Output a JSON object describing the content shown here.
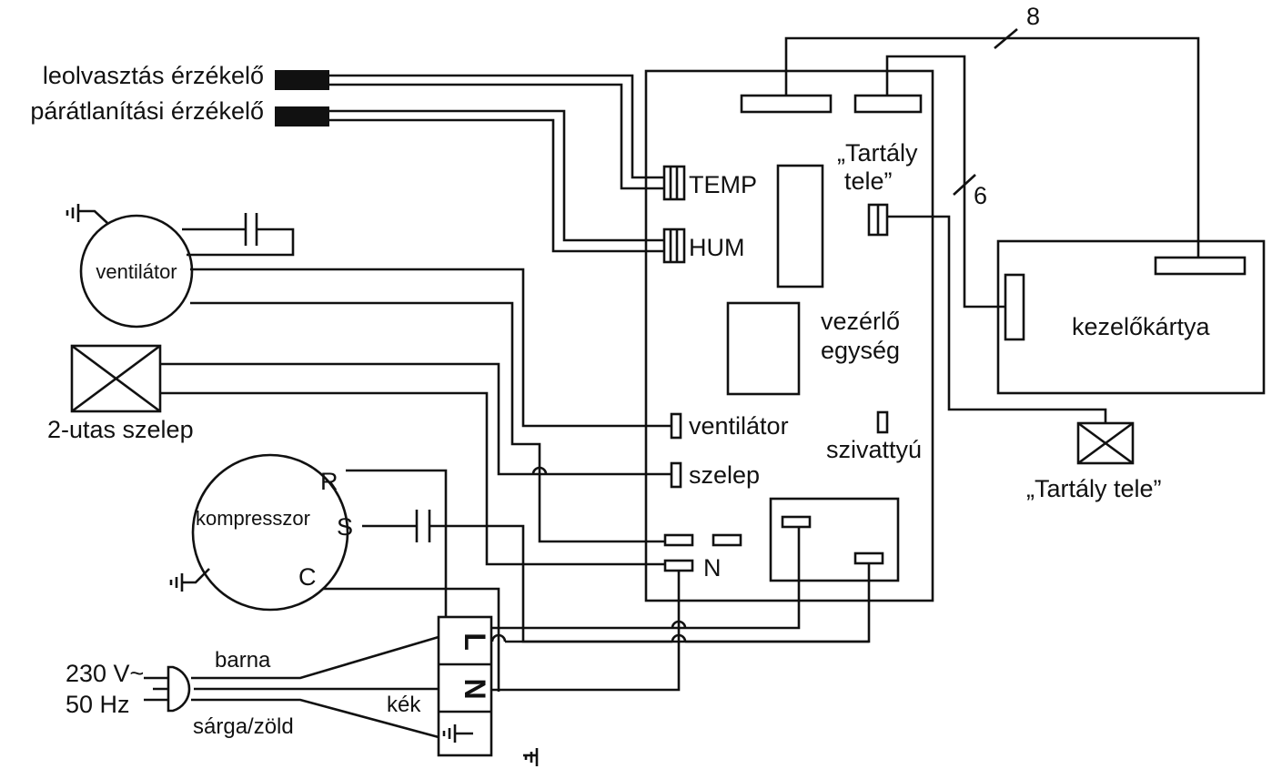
{
  "diagram": {
    "sensors": {
      "defrost": "leolvasztás érzékelő",
      "dehumid": "párátlanítási érzékelő"
    },
    "controller": {
      "title_line1": "vezérlő",
      "title_line2": "egység",
      "temp": "TEMP",
      "hum": "HUM",
      "tank_full_line1": "„Tartály",
      "tank_full_line2": "tele”",
      "fan": "ventilátor",
      "valve": "szelep",
      "pump": "szivattyú",
      "neutral": "N"
    },
    "bus_counts": {
      "display_bus": "8",
      "tank_bus": "6"
    },
    "control_panel": "kezelőkártya",
    "tank_switch": "„Tartály tele”",
    "fan_motor": "ventilátor",
    "valve_2way": "2-utas szelep",
    "compressor": {
      "title": "kompresszor",
      "r": "R",
      "s": "S",
      "c": "C"
    },
    "terminal": {
      "l": "L",
      "n": "N"
    },
    "power": {
      "voltage": "230 V~",
      "frequency": "50 Hz",
      "brown": "barna",
      "blue": "kék",
      "yellow_green": "sárga/zöld"
    }
  }
}
